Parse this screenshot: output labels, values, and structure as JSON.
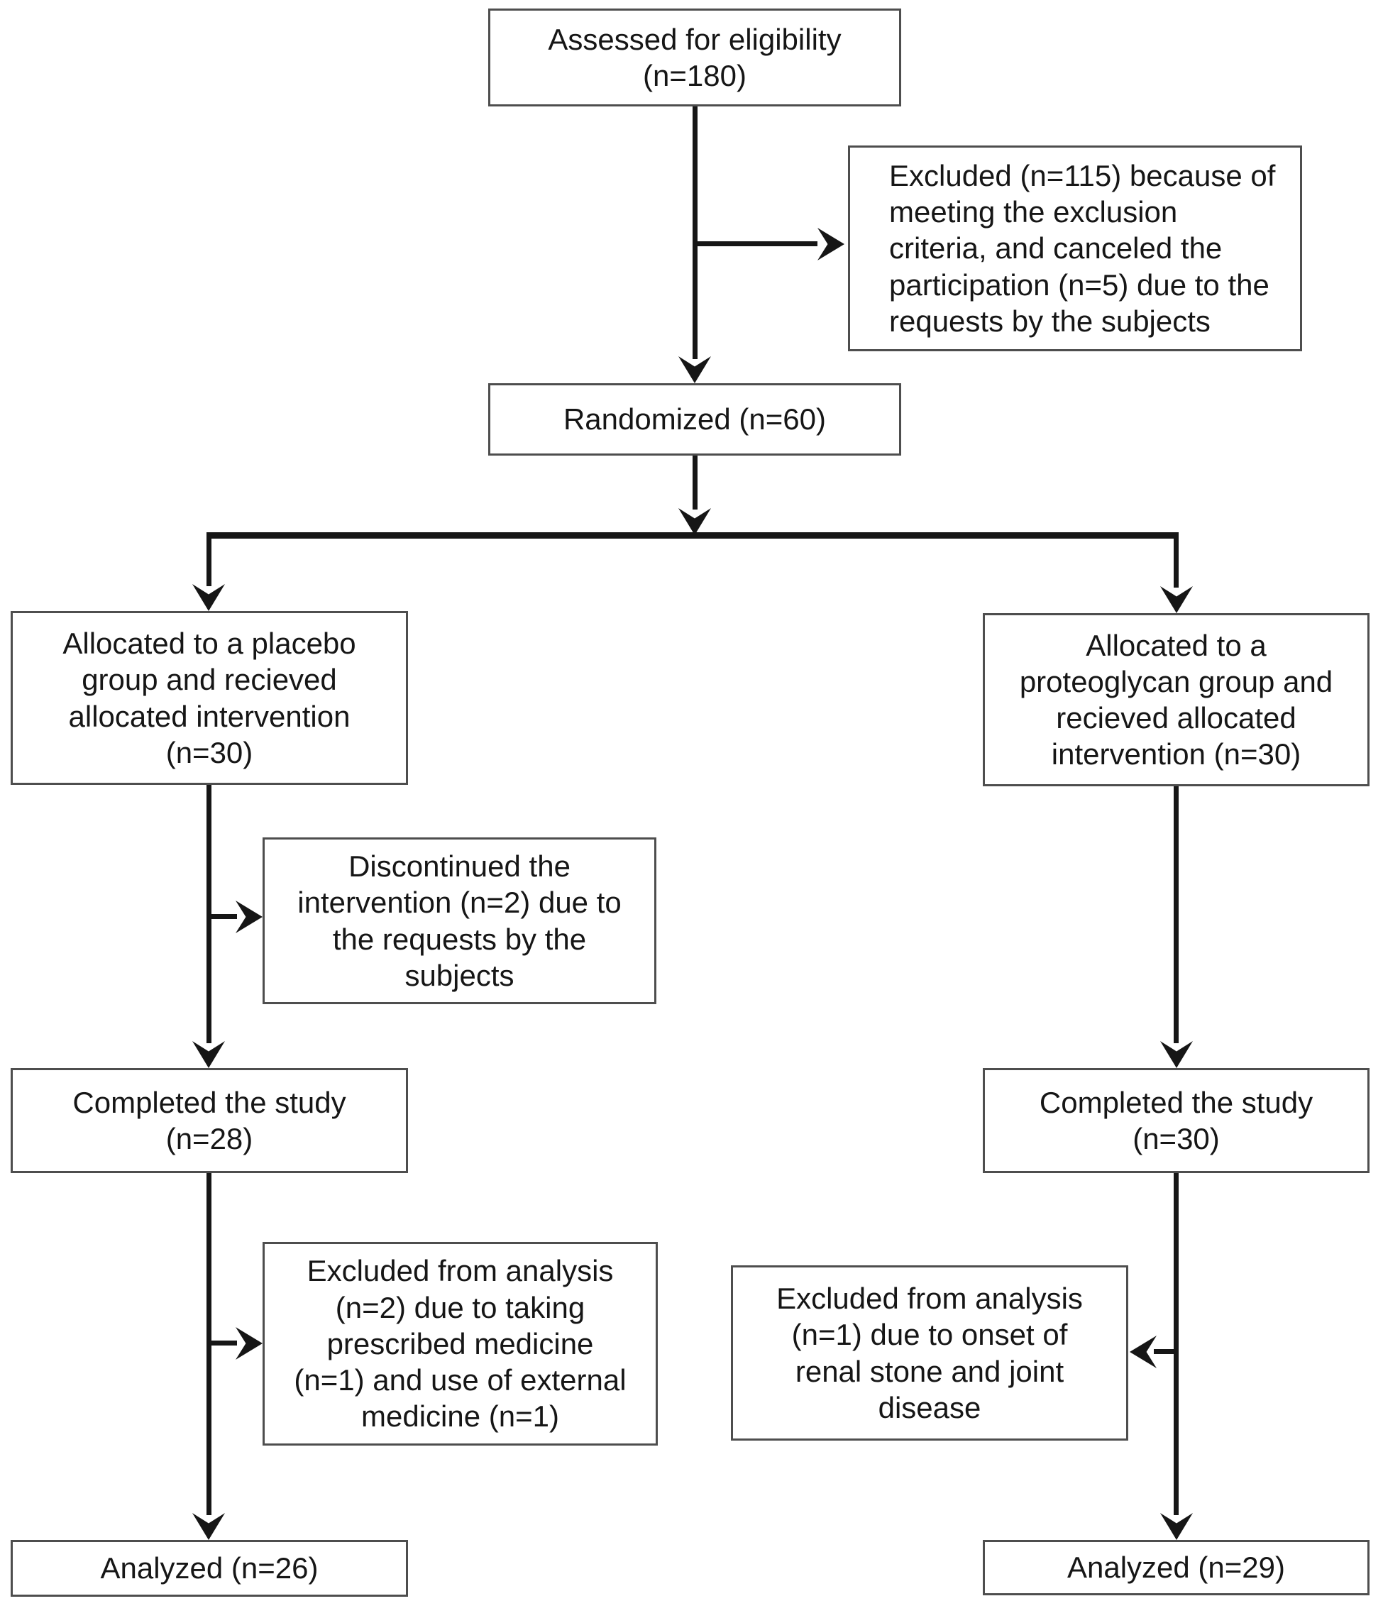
{
  "figure": {
    "boxes": {
      "assessed": "Assessed for eligibility\n(n=180)",
      "excluded_enrollment": "Excluded (n=115) because of\nmeeting the exclusion\ncriteria, and canceled the\nparticipation (n=5) due to the\nrequests by the subjects",
      "randomized": "Randomized (n=60)",
      "allocated_placebo": "Allocated to a placebo\ngroup and recieved\nallocated intervention\n(n=30)",
      "allocated_proteoglycan": "Allocated to a\nproteoglycan group and\nrecieved allocated\nintervention (n=30)",
      "discontinued_placebo": "Discontinued the\nintervention (n=2) due to\nthe requests by the\nsubjects",
      "completed_placebo": "Completed the study\n(n=28)",
      "completed_proteoglycan": "Completed the study\n(n=30)",
      "excluded_analysis_placebo": "Excluded from analysis\n(n=2) due to taking\nprescribed medicine\n(n=1) and use of external\nmedicine (n=1)",
      "excluded_analysis_proteoglycan": "Excluded from analysis\n(n=1) due to onset of\nrenal stone and joint\ndisease",
      "analyzed_placebo": "Analyzed (n=26)",
      "analyzed_proteoglycan": "Analyzed (n=29)"
    },
    "colors": {
      "line": "#161616",
      "box_border": "#4e4e4e",
      "text": "#161616",
      "background": "#ffffff"
    }
  }
}
